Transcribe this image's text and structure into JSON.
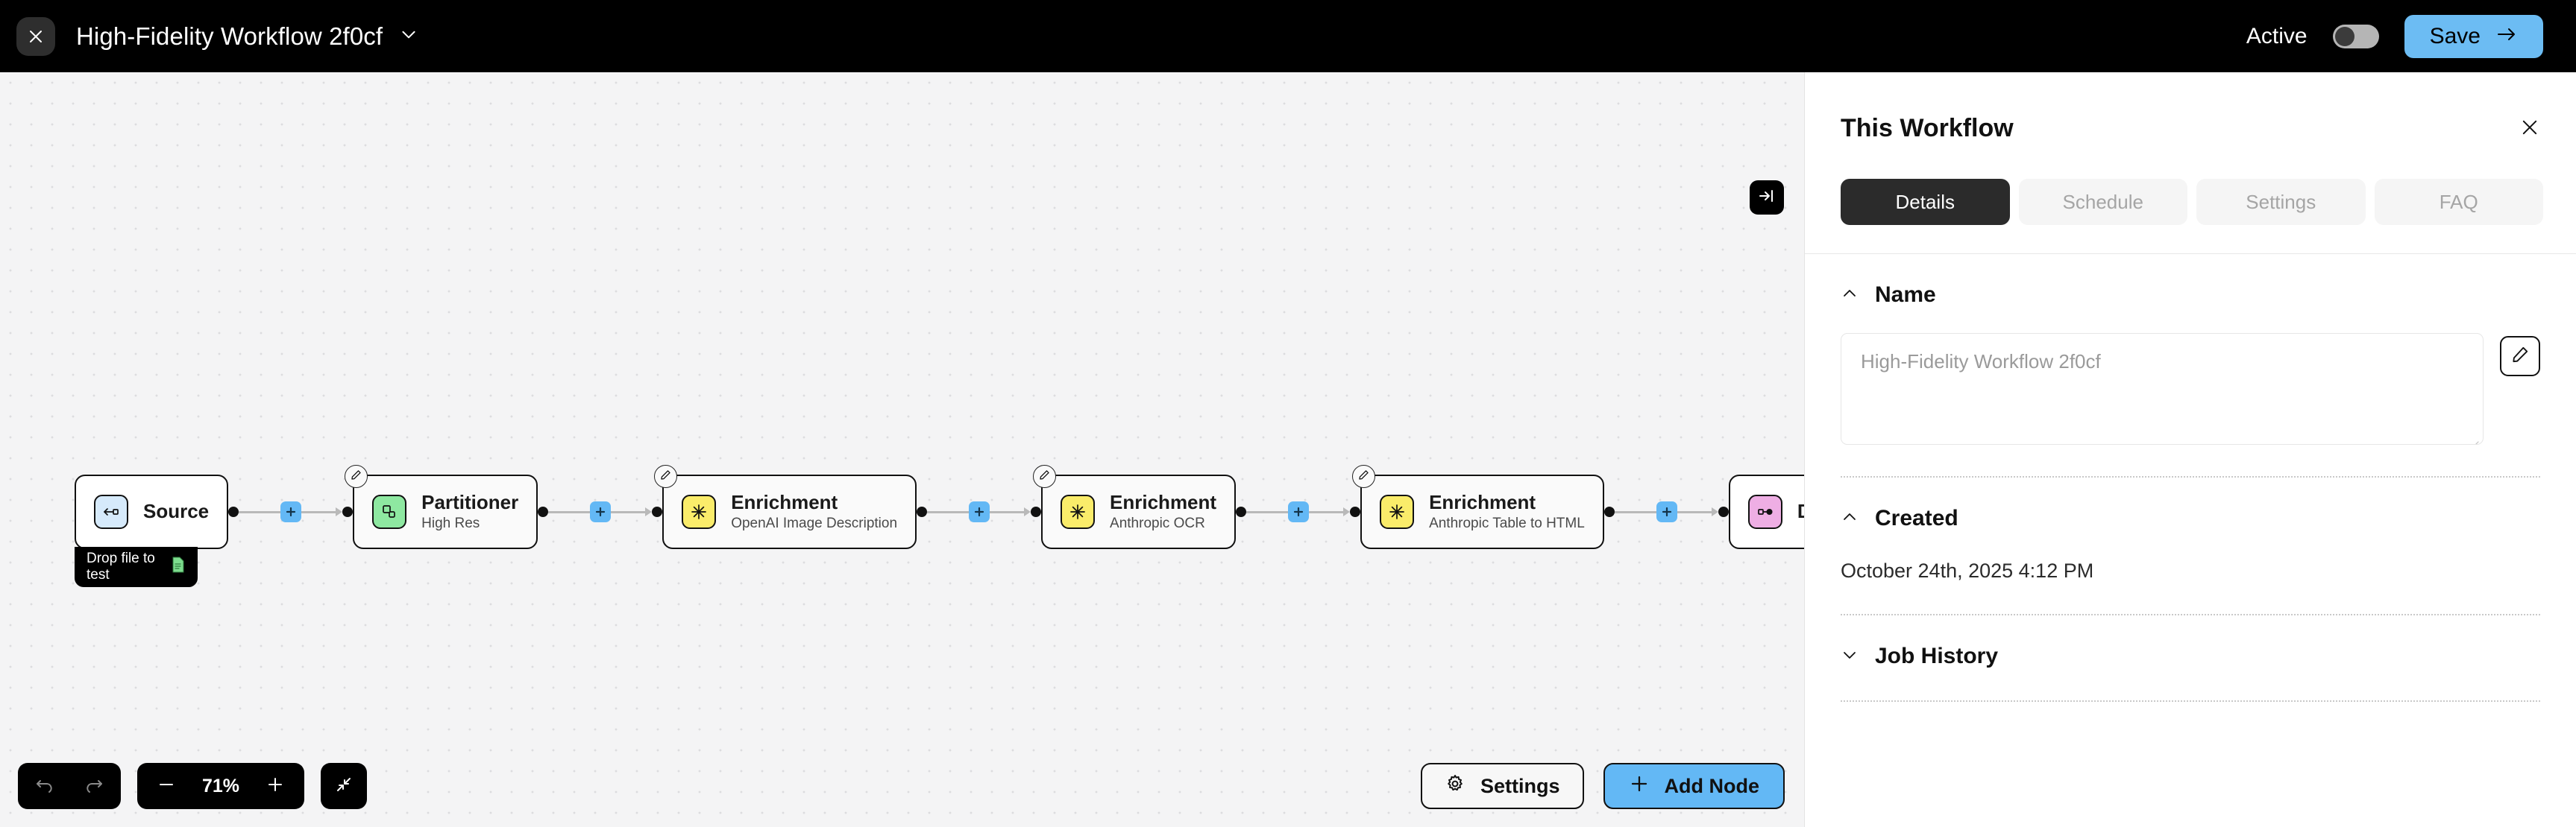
{
  "topbar": {
    "close_icon": "close-icon",
    "workflow_title": "High-Fidelity Workflow 2f0cf",
    "caret_icon": "chevron-down-icon",
    "active_label": "Active",
    "toggle_state": "off",
    "save_label": "Save",
    "save_arrow_icon": "arrow-right-icon",
    "save_bg": "#6cbcf3"
  },
  "canvas": {
    "collapse_panel_icon": "arrow-to-right-bar-icon",
    "nodes": [
      {
        "title": "Source",
        "subtitle": "",
        "icon_name": "source-arrow-icon",
        "icon_color": "#d6eafb",
        "has_edit_badge": false,
        "drop_hint": "Drop file to test",
        "drop_hint_icon": "file-document-icon"
      },
      {
        "title": "Partitioner",
        "subtitle": "High Res",
        "icon_name": "partition-squares-icon",
        "icon_color": "#8ee8a1",
        "has_edit_badge": true
      },
      {
        "title": "Enrichment",
        "subtitle": "OpenAI Image Description",
        "icon_name": "sparkle-icon",
        "icon_color": "#faec6a",
        "has_edit_badge": true
      },
      {
        "title": "Enrichment",
        "subtitle": "Anthropic OCR",
        "icon_name": "sparkle-icon",
        "icon_color": "#faec6a",
        "has_edit_badge": true
      },
      {
        "title": "Enrichment",
        "subtitle": "Anthropic Table to HTML",
        "icon_name": "sparkle-icon",
        "icon_color": "#faec6a",
        "has_edit_badge": true
      },
      {
        "title": "Destination",
        "subtitle": "",
        "icon_name": "destination-node-icon",
        "icon_color": "#eeaee4",
        "has_edit_badge": false
      }
    ],
    "add_edge_icon": "plus-icon",
    "edit_badge_icon": "pencil-circle-icon"
  },
  "toolbar": {
    "undo_icon": "undo-arrow-icon",
    "redo_icon": "redo-arrow-icon",
    "zoom_out_icon": "minus-icon",
    "zoom_level": "71%",
    "zoom_in_icon": "plus-icon",
    "fit_view_icon": "fit-to-screen-icon",
    "settings_label": "Settings",
    "settings_icon": "gear-icon",
    "add_node_label": "Add Node",
    "add_node_icon": "plus-icon",
    "add_node_bg": "#63b8f5"
  },
  "panel": {
    "title": "This Workflow",
    "close_icon": "close-icon",
    "tabs": [
      {
        "label": "Details",
        "active": true
      },
      {
        "label": "Schedule",
        "active": false
      },
      {
        "label": "Settings",
        "active": false
      },
      {
        "label": "FAQ",
        "active": false
      }
    ],
    "sections": {
      "name": {
        "heading": "Name",
        "chevron": "chevron-up-icon",
        "expanded": true,
        "input_placeholder": "High-Fidelity Workflow 2f0cf",
        "input_value": "",
        "edit_icon": "pencil-icon"
      },
      "created": {
        "heading": "Created",
        "chevron": "chevron-up-icon",
        "expanded": true,
        "value": "October 24th, 2025 4:12 PM"
      },
      "job_history": {
        "heading": "Job History",
        "chevron": "chevron-down-icon",
        "expanded": false
      }
    }
  }
}
